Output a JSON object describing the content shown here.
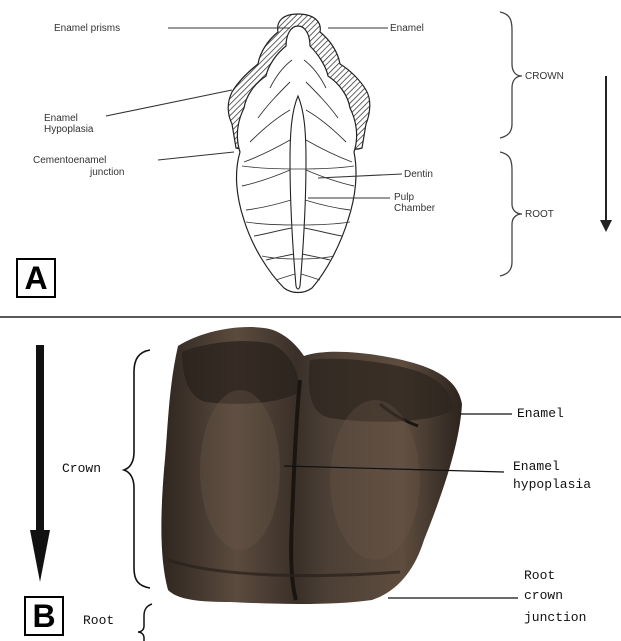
{
  "panel_a": {
    "letter": "A",
    "labels": {
      "enamel_prisms": "Enamel prisms",
      "enamel": "Enamel",
      "enamel_hypoplasia_1": "Enamel",
      "enamel_hypoplasia_2": "Hypoplasia",
      "cej_1": "Cementoenamel",
      "cej_2": "junction",
      "dentin": "Dentin",
      "pulp_1": "Pulp",
      "pulp_2": "Chamber",
      "crown": "CROWN",
      "root": "ROOT"
    }
  },
  "panel_b": {
    "letter": "B",
    "labels": {
      "crown": "Crown",
      "root": "Root",
      "enamel": "Enamel",
      "hypoplasia_1": "Enamel",
      "hypoplasia_2": "hypoplasia",
      "junction_1": "Root",
      "junction_2": "crown",
      "junction_3": "junction"
    }
  },
  "colors": {
    "line": "#333333",
    "tooth_dark": "#3b3128",
    "tooth_mid": "#5a4a3d"
  }
}
